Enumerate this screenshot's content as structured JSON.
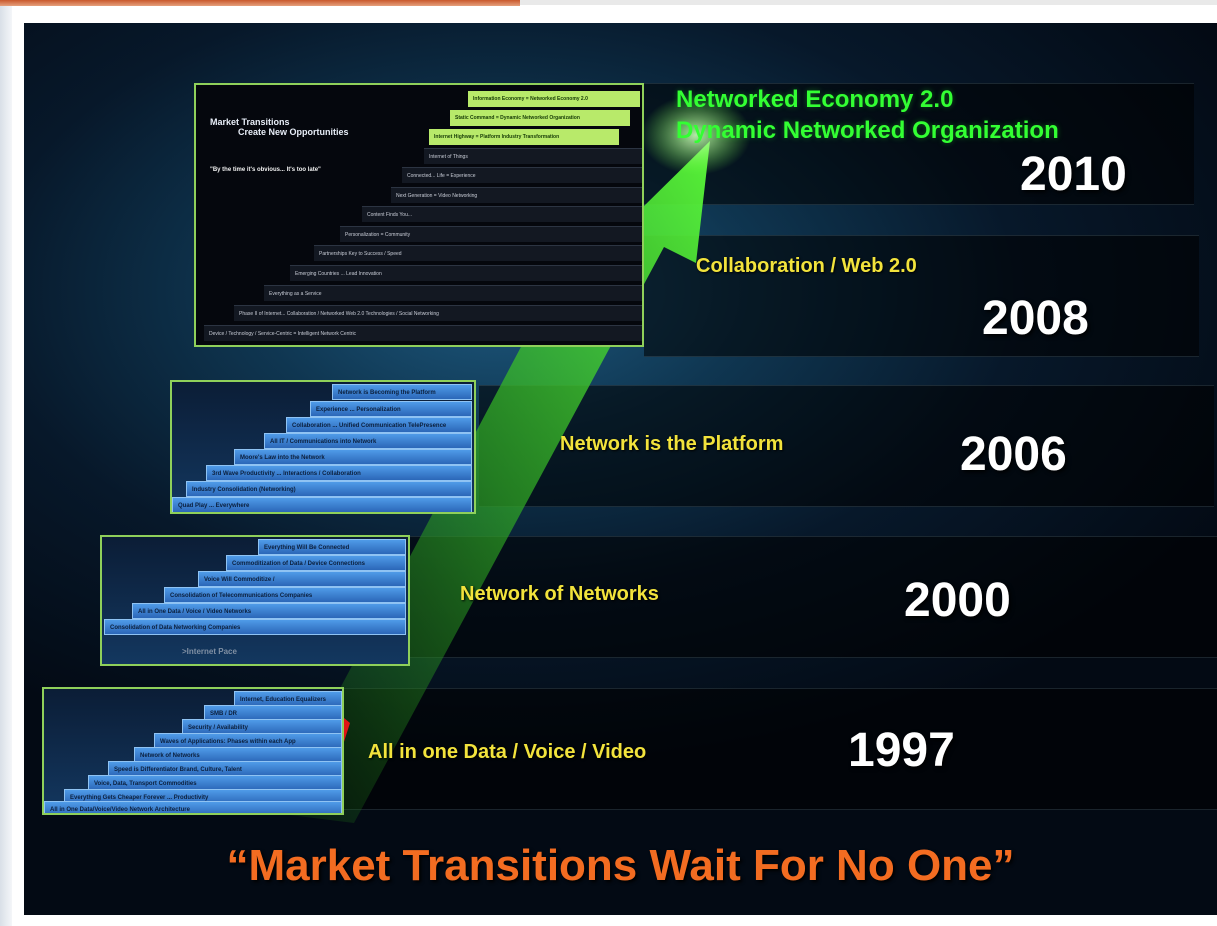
{
  "colors": {
    "tagline": "#f36c21",
    "label_yellow": "#f2e33c",
    "label_green": "#33ff33",
    "thumb_border": "#8fd05a",
    "arrow_green": "#2ecc1a",
    "arrow_red": "#e01414"
  },
  "icons": {
    "close": "close-x-icon"
  },
  "close_label": "✕",
  "stages": {
    "s2010": {
      "line1": "Networked Economy 2.0",
      "line2": "Dynamic Networked Organization",
      "year": "2010"
    },
    "s2008": {
      "label": "Collaboration  /  Web 2.0",
      "year": "2008"
    },
    "s2006": {
      "label": "Network  is the Platform",
      "year": "2006"
    },
    "s2000": {
      "label": "Network of  Networks",
      "year": "2000"
    },
    "s1997": {
      "label": "All in one Data / Voice / Video",
      "year": "1997"
    }
  },
  "tagline": "“Market Transitions Wait For No One”",
  "thumb_2010": {
    "title_line1": "Market Transitions",
    "title_line2": "Create New Opportunities",
    "quote": "\"By the time it's obvious... It's too late\"",
    "steps": [
      "Information Economy  =  Networked Economy 2.0",
      "Static Command  =  Dynamic Networked Organization",
      "Internet Highway  =  Platform Industry Transformation",
      "Internet of Things",
      "Connected... Life  =  Experience",
      "Next Generation  =  Video Networking",
      "Content Finds You...",
      "Personalization  =  Community",
      "Partnerships Key to Success / Speed",
      "Emerging Countries ... Lead Innovation",
      "Everything as a Service",
      "Phase II of Internet... Collaboration / Networked Web 2.0 Technologies / Social Networking",
      "Device / Technology  /  Service-Centric  =  Intelligent Network Centric"
    ]
  },
  "thumb_2006": {
    "steps": [
      "Network is Becoming the Platform",
      "Experience ... Personalization",
      "Collaboration ... Unified Communication TelePresence",
      "All IT / Communications into Network",
      "Moore's Law into the Network",
      "3rd Wave Productivity ... Interactions / Collaboration",
      "Industry Consolidation (Networking)",
      "Quad Play ... Everywhere"
    ]
  },
  "thumb_2000": {
    "steps": [
      "Everything Will Be Connected",
      "Commoditization of Data / Device Connections",
      "Voice Will Commoditize /",
      "Consolidation of Telecommunications Companies",
      "All in One Data / Voice / Video Networks",
      "Consolidation of Data Networking Companies"
    ],
    "pace": ">Internet Pace"
  },
  "thumb_1997": {
    "steps": [
      "Internet, Education Equalizers",
      "SMB / DR",
      "Security / Availability",
      "Waves of Applications: Phases within each App",
      "Network of Networks",
      "Speed is Differentiator Brand, Culture, Talent",
      "Voice, Data, Transport Commodities",
      "Everything Gets Cheaper Forever ... Productivity",
      "All in One Data/Voice/Video Network Architecture"
    ]
  }
}
